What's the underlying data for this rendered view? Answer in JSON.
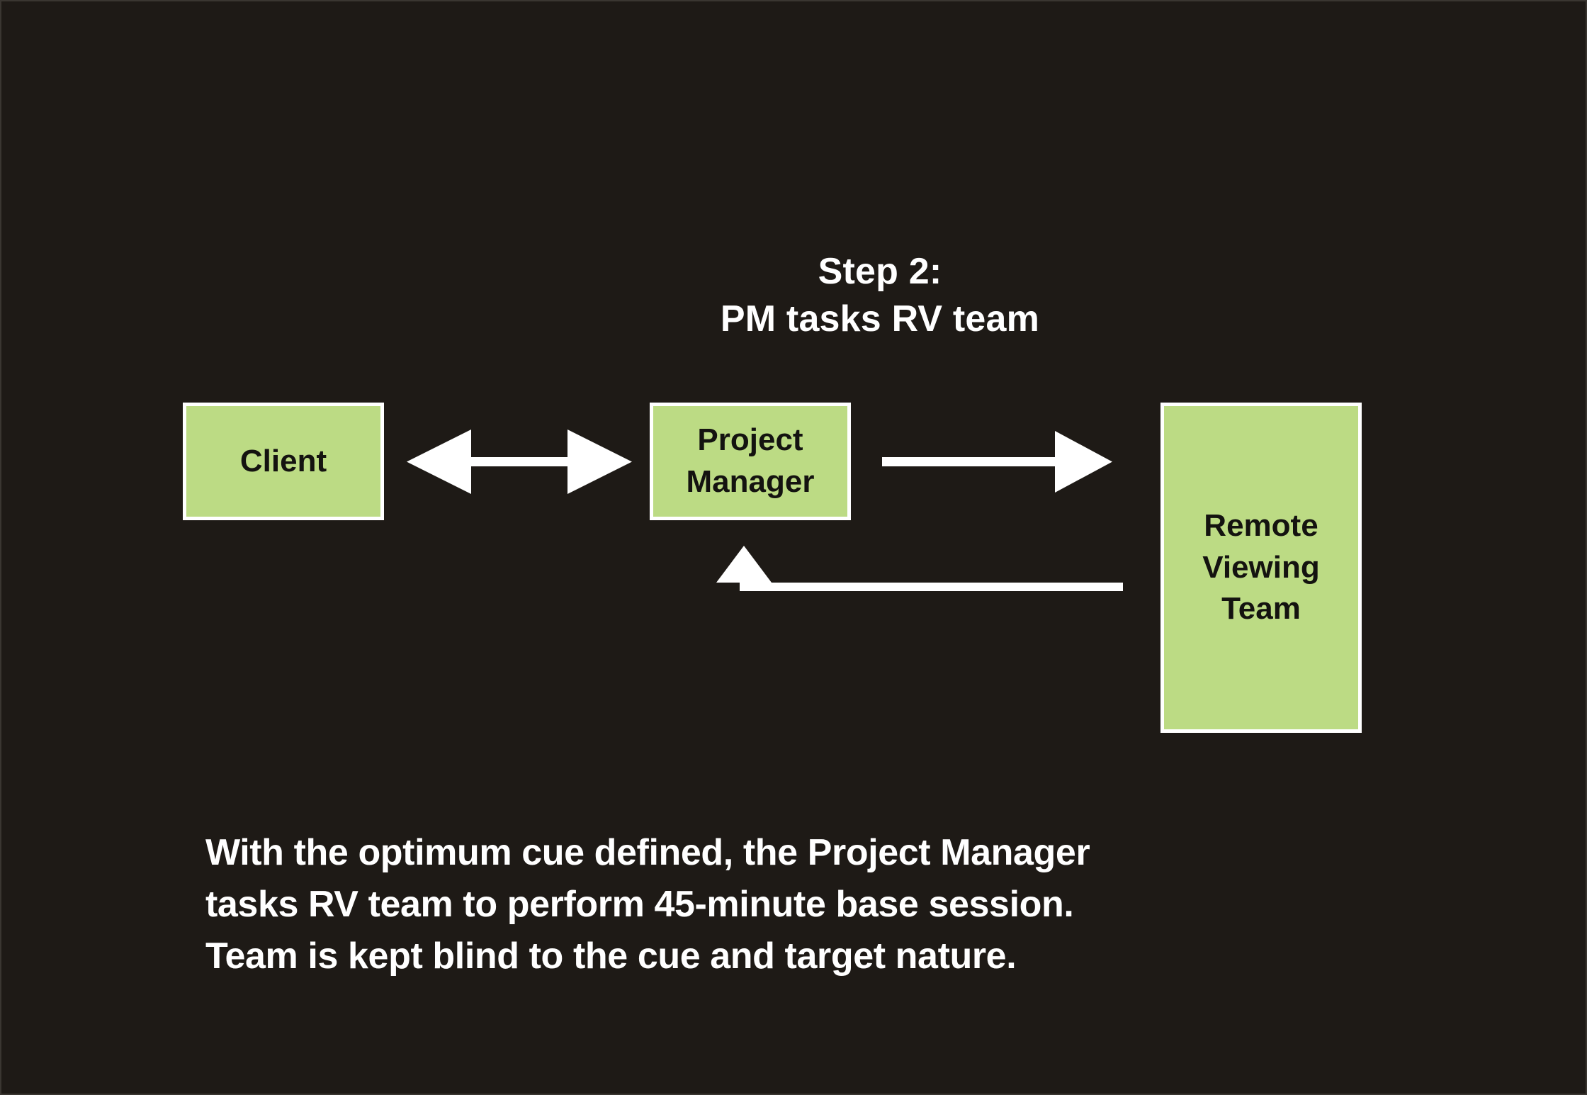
{
  "slide": {
    "background_color": "#1E1A16",
    "accent_color": "#BCDB84",
    "line_color": "#FFFFFF",
    "text_color": "#FFFFFF"
  },
  "title": {
    "line1": "Step 2:",
    "line2": "PM tasks RV team"
  },
  "nodes": {
    "client": {
      "label": "Client"
    },
    "project_manager": {
      "line1": "Project",
      "line2": "Manager"
    },
    "remote_viewing_team": {
      "line1": "Remote",
      "line2": "Viewing",
      "line3": "Team"
    }
  },
  "connectors": {
    "client_pm": {
      "name": "client-to-pm-double-arrow",
      "direction": "bidirectional"
    },
    "pm_rv": {
      "name": "pm-to-rv-arrow",
      "direction": "right"
    },
    "rv_pm_feedback": {
      "name": "rv-to-pm-feedback-arrow",
      "direction": "up"
    }
  },
  "caption": {
    "line1": "With the optimum cue defined, the Project Manager",
    "line2": "tasks RV team to perform 45-minute base session.",
    "line3": "Team is kept blind to the cue and target nature."
  }
}
